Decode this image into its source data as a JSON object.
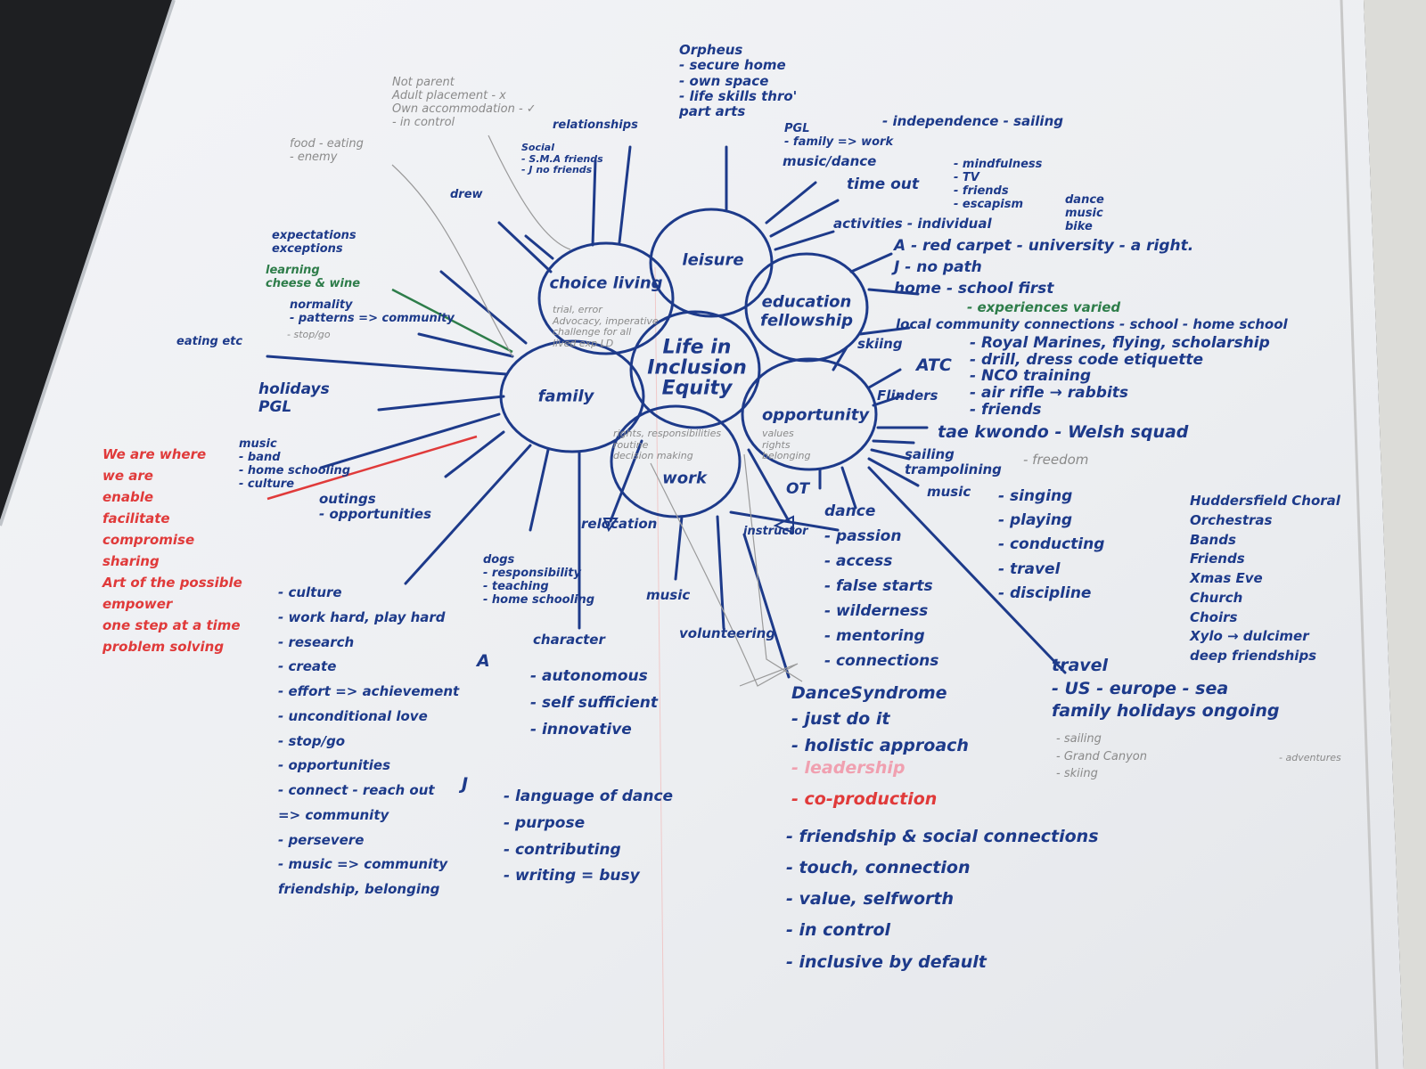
{
  "center": {
    "lines": [
      "Life in",
      "Inclusion",
      "Equity"
    ]
  },
  "bubbles": {
    "choice_living": "choice living",
    "leisure": "leisure",
    "education_fellowship": "education fellowship",
    "family": "family",
    "opportunity": "opportunity",
    "work": "work"
  },
  "bubble_notes": {
    "choice": [
      "trial, error",
      "Advocacy, imperative",
      "challenge for all",
      "lived exp LD"
    ],
    "center": [
      "rights, responsibilities",
      "routine",
      "decision making",
      "values",
      "rights",
      "belonging"
    ]
  },
  "notes": {
    "orpheus": [
      "Orpheus",
      "- secure home",
      "- own space",
      "- life skills thro'",
      "part arts"
    ],
    "pgl": [
      "PGL",
      "- family => work"
    ],
    "independence": [
      "- independence - sailing"
    ],
    "music_dance": [
      "music/dance"
    ],
    "time_out": [
      "time out"
    ],
    "time_out_list": [
      "- mindfulness",
      "- TV",
      "- friends",
      "- escapism"
    ],
    "escapism_list": [
      "dance",
      "music",
      "bike"
    ],
    "activities": [
      "activities - individual"
    ],
    "education": [
      "A - red carpet - university - a right.",
      "J - no path",
      "home - school first"
    ],
    "education_green": [
      "- experiences varied"
    ],
    "education_local": [
      "local community connections - school - home school"
    ],
    "skiing": [
      "skiing"
    ],
    "atc": [
      "ATC"
    ],
    "atc_list": [
      "- Royal Marines, flying, scholarship",
      "- drill, dress code etiquette",
      "- NCO training",
      "- air rifle → rabbits",
      "- friends"
    ],
    "flinders": [
      "Flinders"
    ],
    "taekwondo": [
      "tae kwondo - Welsh squad"
    ],
    "sailing": [
      "sailing",
      "trampolining"
    ],
    "freedom": [
      "- freedom"
    ],
    "music": [
      "music"
    ],
    "music_list": [
      "- singing",
      "- playing",
      "- conducting",
      "- travel",
      "- discipline"
    ],
    "choral": [
      "Huddersfield Choral",
      "Orchestras",
      "Bands",
      "Friends",
      "Xmas Eve",
      "Church",
      "Choirs",
      "Xylo → dulcimer",
      "deep friendships"
    ],
    "travel": [
      "travel",
      "- US - europe - sea",
      "family holidays ongoing"
    ],
    "travel_grey": [
      "- sailing",
      "- Grand Canyon",
      "- skiing"
    ],
    "adventures": [
      "- adventures"
    ],
    "ot": [
      "OT"
    ],
    "dance": [
      "dance",
      "- passion",
      "- access",
      "- false starts",
      "- wilderness",
      "- mentoring",
      "- connections"
    ],
    "instructor": [
      "instructor"
    ],
    "dancesyndrome": [
      "DanceSyndrome",
      "- just do it",
      "- holistic approach"
    ],
    "leadership": [
      "- leadership"
    ],
    "coproduction": [
      "- co-production"
    ],
    "dancesyndrome_more": [
      "- friendship & social connections",
      "- touch, connection",
      "- value, selfworth",
      "- in control",
      "- inclusive by default"
    ],
    "relocation": [
      "relocation"
    ],
    "music_work": [
      "music"
    ],
    "volunteering": [
      "volunteering"
    ],
    "dogs": [
      "dogs",
      "- responsibility",
      "- teaching",
      "- home schooling"
    ],
    "character": [
      "character"
    ],
    "a_label": [
      "A"
    ],
    "a_list": [
      "- autonomous",
      "- self sufficient",
      "- innovative"
    ],
    "j_label": [
      "J"
    ],
    "j_list": [
      "- language of dance",
      "- purpose",
      "- contributing",
      "- writing = busy"
    ],
    "left_list": [
      "- culture",
      "- work hard, play hard",
      "- research",
      "- create",
      "- effort => achievement",
      "- unconditional love",
      "- stop/go",
      "- opportunities",
      "- connect - reach out",
      "=> community",
      "- persevere",
      "- music => community",
      "friendship, belonging"
    ],
    "red_values": [
      "We are where",
      "we are",
      "enable",
      "facilitate",
      "compromise",
      "sharing",
      "Art of the possible",
      "empower",
      "one step at a time",
      "problem solving"
    ],
    "home_music": [
      "music",
      "- band",
      "- home schooling",
      "- culture"
    ],
    "outings": [
      "outings",
      "- opportunities"
    ],
    "holidays": [
      "holidays",
      "PGL"
    ],
    "eating": [
      "eating etc"
    ],
    "expectations": [
      "expectations",
      "exceptions"
    ],
    "learning": [
      "learning",
      "cheese & wine"
    ],
    "normality": [
      "normality",
      "- patterns => community"
    ],
    "stop_go": [
      "- stop/go"
    ],
    "not_parent": [
      "Not parent",
      "Adult placement - x",
      "Own accommodation - ✓",
      "- in control"
    ],
    "food": [
      "food - eating",
      "- enemy"
    ],
    "relationships": [
      "relationships"
    ],
    "social": [
      "Social",
      "- S.M.A friends",
      "- J no friends"
    ],
    "drew": [
      "drew"
    ]
  },
  "colors": {
    "ink_blue": "#1d3a8a",
    "ink_red": "#e03a3a",
    "ink_green": "#2e7d4a",
    "pencil": "#8a8a8a",
    "paper": "#f4f5f7"
  }
}
